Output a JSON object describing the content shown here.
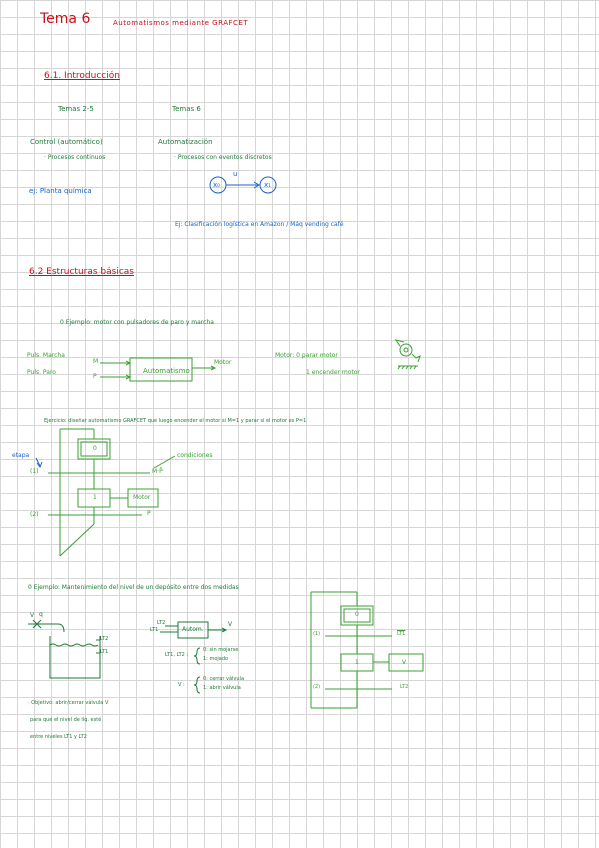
{
  "header": {
    "topic": "Tema 6",
    "title": "Automatismos mediante GRAFCET"
  },
  "sec1": {
    "heading": "6.1. Introducción",
    "temas_left": "Temas 2-5",
    "temas_right": "Temas 6",
    "control": "Control (automático)",
    "procesos_continuos": "· Procesos continuos",
    "ej_planta": "ej: Planta química",
    "automatizacion": "Automatización",
    "procesos_discretos": "· Procesos con eventos discretos",
    "node_x0": "x₀",
    "node_x1": "x₁",
    "edge_label": "u",
    "ej_logistica": "Ej: Clasificación logística en Amazon / Máq vending café"
  },
  "sec2": {
    "heading": "6.2 Estructuras básicas",
    "ejemplo1": "0 Ejemplo: motor con pulsadores de paro y marcha",
    "pulsador_marcha": "Puls. Marcha",
    "pulsador_paro": "Puls. Paro",
    "input_m": "M",
    "input_p": "P",
    "automatismo": "Automatismo",
    "motor_out": "Motor",
    "motor_desc_0": "Motor: 0 parar motor",
    "motor_desc_1": "1 encender motor",
    "ejercicio": "Ejercicio: diseñar automatismo GRAFCET que luego encender el motor si M=1 y parar si el motor es P=1",
    "etapa": "etapa",
    "condiciones": "condiciones",
    "step0": "0",
    "step1": "1",
    "trans1_label": "(1)",
    "trans1_cond": "M·P̄",
    "trans2_label": "(2)",
    "trans2_cond": "P",
    "action_motor": "Motor"
  },
  "sec3": {
    "ejemplo2": "0 Ejemplo: Mantenimiento del nivel de un depósito entre dos medidas",
    "valve_v": "V",
    "valve_q": "q",
    "lt2": "LT2",
    "lt1": "LT1",
    "aut_lt2": "LT2",
    "aut_lt1": "LT1",
    "automat": "Autom.",
    "aut_v": "V",
    "lt_def_head": "LT1, LT2 :",
    "lt_def_0": "0: sin mojarse",
    "lt_def_1": "1: mojado",
    "v_def_head": "V :",
    "v_def_0": "0: cerrar válvula",
    "v_def_1": "1: abrir válvula",
    "objetivo_1": "· Objetivo: abrir/cerrar válvula V",
    "objetivo_2": "para que el nivel de líq. esté",
    "objetivo_3": "entre niveles LT1 y LT2",
    "g_step0": "0",
    "g_step1": "1",
    "g_trans1": "(1)",
    "g_cond1": "LT1",
    "g_trans2": "(2)",
    "g_cond2": "LT2",
    "g_action": "V"
  },
  "colors": {
    "red": "#c3121d",
    "blue": "#1a62c7",
    "green": "#3aa032",
    "dark_green": "#1f7a3a",
    "grid": "#d6d6d6"
  }
}
